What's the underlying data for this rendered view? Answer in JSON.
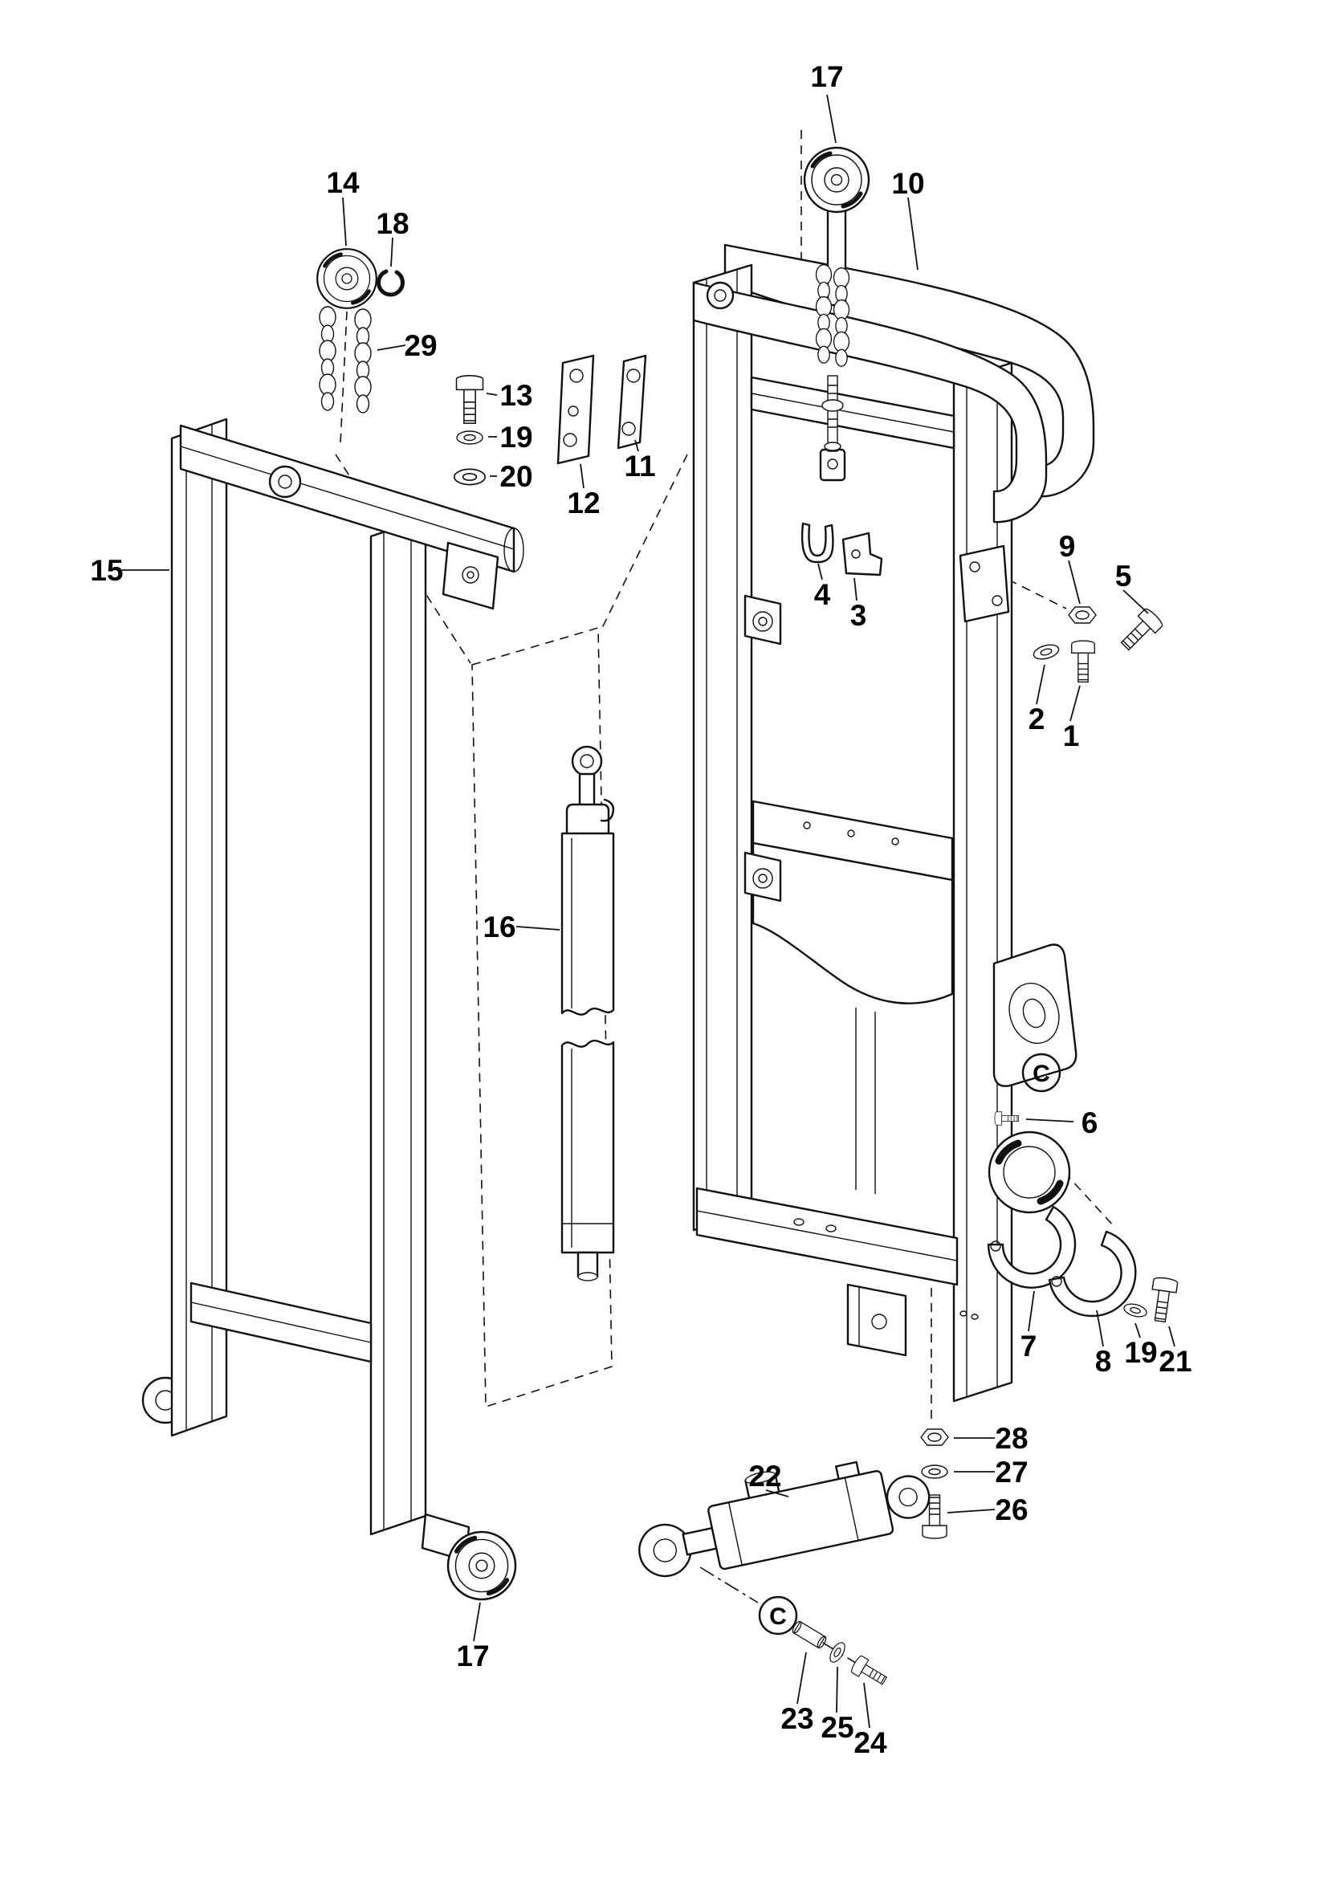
{
  "diagram": {
    "type": "exploded-parts-diagram",
    "subject": "forklift-mast-assembly",
    "colors": {
      "background": "#ffffff",
      "line": "#111111"
    },
    "callouts": {
      "p17_top": "17",
      "p10": "10",
      "p14": "14",
      "p18": "18",
      "p29": "29",
      "p13": "13",
      "p19_upper": "19",
      "p20": "20",
      "p11": "11",
      "p12": "12",
      "p4": "4",
      "p3": "3",
      "p9": "9",
      "p5": "5",
      "p2": "2",
      "p1": "1",
      "p15": "15",
      "p16": "16",
      "ref_c_right": "C",
      "p6": "6",
      "p7": "7",
      "p8": "8",
      "p19_lower": "19",
      "p21": "21",
      "p28": "28",
      "p27": "27",
      "p26": "26",
      "p22": "22",
      "p17_bottom": "17",
      "ref_c_bottom": "C",
      "p23": "23",
      "p25": "25",
      "p24": "24"
    }
  }
}
